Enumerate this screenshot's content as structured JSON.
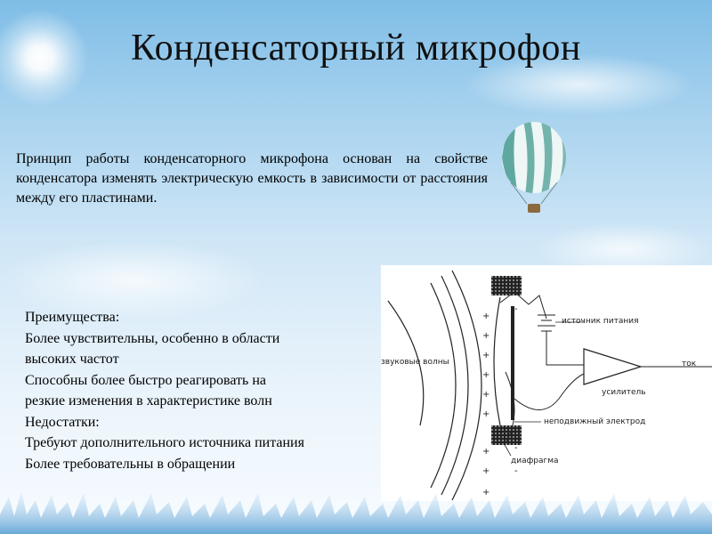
{
  "slide": {
    "title": "Конденсаторный микрофон",
    "intro": "Принцип работы конденсаторного микрофона основан на свойстве конденсатора изменять электрическую емкость в зависимости от расстояния между его пластинами.",
    "advantages_lines": [
      "Преимущества:",
      "Более чувствительны, особенно в области",
      "высоких частот",
      "Способны более быстро реагировать на",
      "резкие изменения в характеристике волн",
      "Недостатки:",
      "Требуют дополнительного источника питания",
      "Более требовательны в обращении"
    ]
  },
  "diagram": {
    "labels": {
      "power_source": "источник питания",
      "sound_waves": "звуковые волны",
      "output": "ток",
      "amplifier": "усилитель",
      "fixed_electrode": "неподвижный электрод",
      "diaphragm": "диафрагма"
    },
    "charge_plus": "+",
    "charge_minus": "-"
  },
  "colors": {
    "sky_top": "#7fbde6",
    "sky_bottom": "#f6fbff",
    "balloon_stripe": "#5fa8a0",
    "text": "#000000"
  }
}
